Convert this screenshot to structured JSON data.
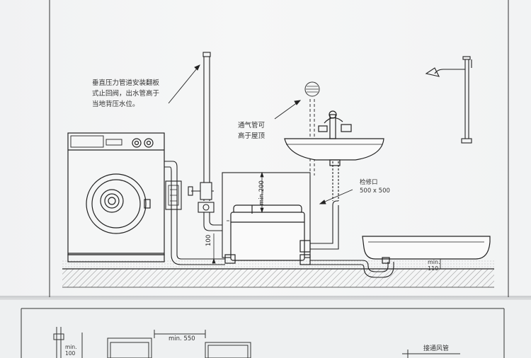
{
  "upper": {
    "note_check_valve": "垂直压力管道安装翻板\n式止回阀，出水管高于\n当地背压水位。",
    "note_vent": "通气管可\n高于屋顶",
    "note_access": "检修口\n500 x 500",
    "dim_min200": "min.200",
    "dim_100": "100",
    "dim_min110": "min.\n110"
  },
  "lower": {
    "dim_min550": "min. 550",
    "dim_min100": "min.\n100",
    "vent_pipe": "接通风管"
  }
}
